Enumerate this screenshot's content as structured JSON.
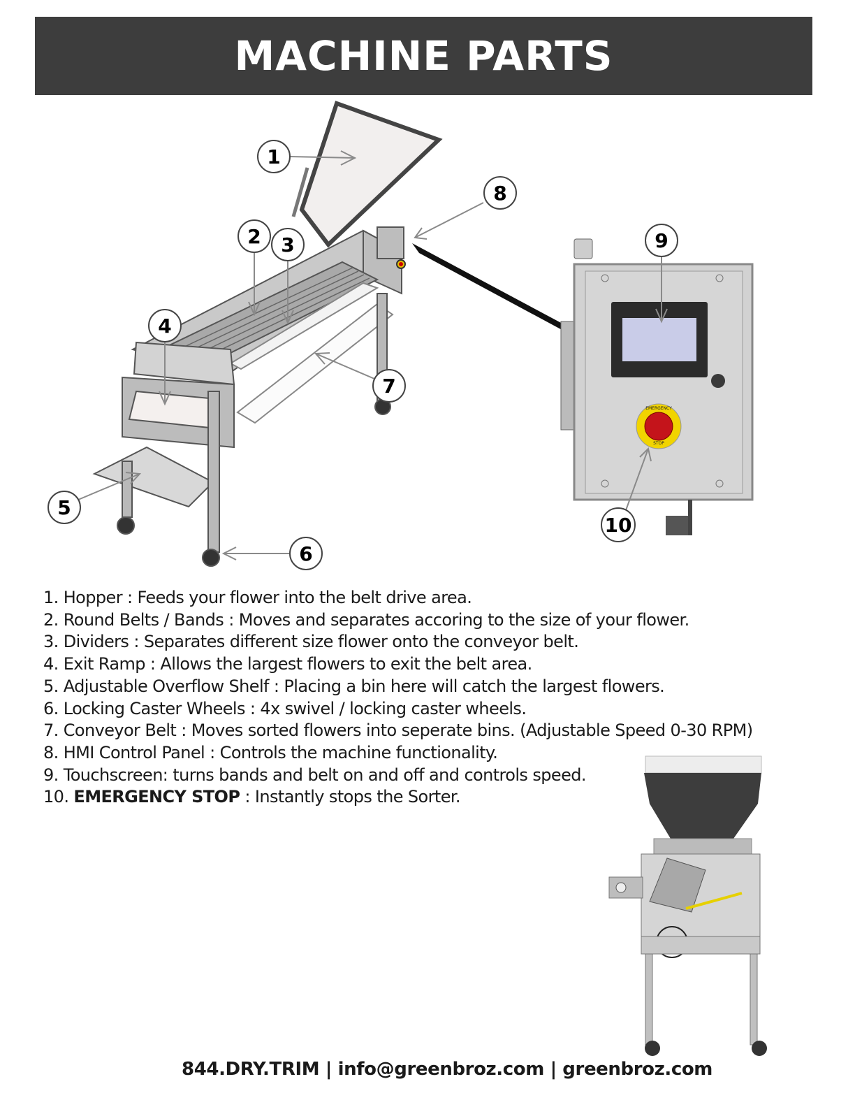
{
  "header": {
    "title": "MACHINE PARTS"
  },
  "callouts": [
    "1",
    "2",
    "3",
    "4",
    "5",
    "6",
    "7",
    "8",
    "9",
    "10"
  ],
  "estop_label": "EMERGENCY STOP",
  "legend": [
    {
      "num": "1.",
      "term": "Hopper",
      "desc": ": Feeds your flower into the belt drive area."
    },
    {
      "num": "2.",
      "term": "Round Belts / Bands",
      "desc": ": Moves and separates accoring to the size of your flower."
    },
    {
      "num": "3.",
      "term": "Dividers",
      "desc": ": Separates different size flower onto the conveyor belt."
    },
    {
      "num": "4.",
      "term": "Exit Ramp",
      "desc": ": Allows the largest flowers to exit the belt area."
    },
    {
      "num": "5.",
      "term": "Adjustable Overflow Shelf",
      "desc": ": Placing a bin here will catch the largest flowers."
    },
    {
      "num": "6.",
      "term": "Locking Caster Wheels",
      "desc": ": 4x swivel / locking caster wheels."
    },
    {
      "num": "7.",
      "term": "Conveyor Belt",
      "desc": ": Moves sorted flowers into seperate bins. (Adjustable Speed 0-30 RPM)"
    },
    {
      "num": "8.",
      "term": "HMI Control Panel",
      "desc": ": Controls the machine functionality."
    },
    {
      "num": "9.",
      "term": "Touchscreen:",
      "desc": "turns bands and belt on and off and controls speed."
    },
    {
      "num": "10.",
      "term": "EMERGENCY STOP",
      "desc": ": Instantly stops the Sorter."
    }
  ],
  "footer": {
    "text": "844.DRY.TRIM | info@greenbroz.com | greenbroz.com"
  }
}
